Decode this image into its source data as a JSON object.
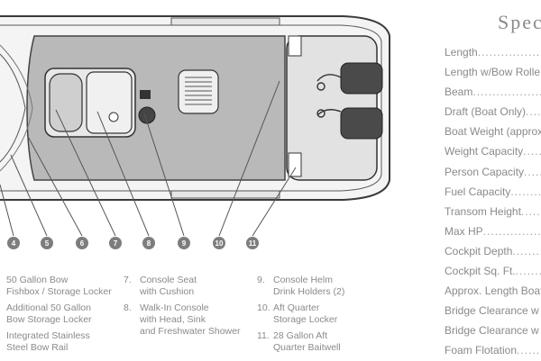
{
  "specs": {
    "title": "Spec",
    "rows": [
      {
        "label": "Length",
        "dots": "......................"
      },
      {
        "label": "Length w/Bow Rolle",
        "dots": ""
      },
      {
        "label": "Beam",
        "dots": "..............................."
      },
      {
        "label": "Draft (Boat Only)",
        "dots": "....."
      },
      {
        "label": "Boat Weight (approx",
        "dots": ""
      },
      {
        "label": "Weight Capacity",
        "dots": "......"
      },
      {
        "label": "Person Capacity",
        "dots": "......"
      },
      {
        "label": "Fuel Capacity",
        "dots": "........."
      },
      {
        "label": "Transom Height",
        "dots": "......"
      },
      {
        "label": "Max HP",
        "dots": ".........................."
      },
      {
        "label": "Cockpit Depth",
        "dots": "........."
      },
      {
        "label": "Cockpit Sq. Ft.",
        "dots": "........"
      },
      {
        "label": "Approx. Length Boat",
        "dots": ""
      },
      {
        "label": "Bridge Clearance w",
        "dots": ""
      },
      {
        "label": "Bridge Clearance w",
        "dots": ""
      },
      {
        "label": "Foam Flotation",
        "dots": "......."
      }
    ]
  },
  "callouts": [
    "4",
    "5",
    "6",
    "7",
    "8",
    "9",
    "10",
    "11"
  ],
  "legend": {
    "col1": [
      {
        "lines": [
          "50 Gallon Bow",
          "Fishbox / Storage Locker"
        ]
      },
      {
        "lines": [
          "Additional 50 Gallon",
          "Bow Storage Locker"
        ]
      },
      {
        "lines": [
          "Integrated Stainless",
          "Steel Bow Rail"
        ]
      }
    ],
    "col2": [
      {
        "num": "7.",
        "lines": [
          "Console Seat",
          "with Cushion"
        ]
      },
      {
        "num": "8.",
        "lines": [
          "Walk-In Console",
          "with Head, Sink",
          "and Freshwater Shower"
        ]
      }
    ],
    "col3": [
      {
        "num": "9.",
        "lines": [
          "Console Helm",
          "Drink Holders (2)"
        ]
      },
      {
        "num": "10.",
        "lines": [
          "Aft Quarter",
          "Storage Locker"
        ]
      },
      {
        "num": "11.",
        "lines": [
          "28 Gallon Aft",
          "Quarter Baitwell"
        ]
      }
    ]
  }
}
